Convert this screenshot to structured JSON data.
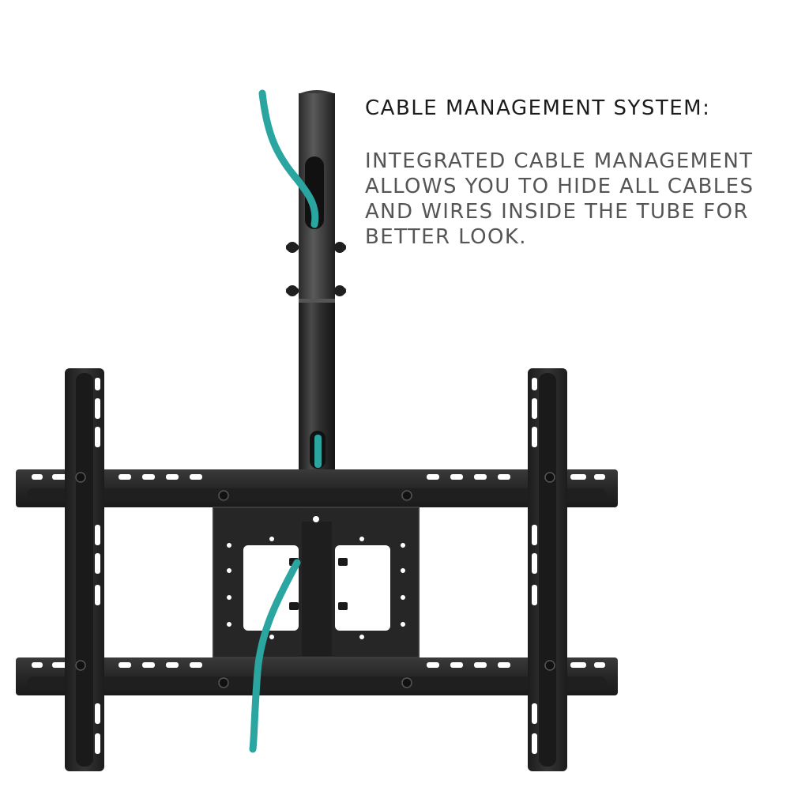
{
  "headline": "CABLE MANAGEMENT SYSTEM:",
  "body_lines": [
    "INTEGRATED CABLE MANAGEMENT",
    "ALLOWS YOU TO HIDE ALL CABLES",
    "AND WIRES INSIDE THE TUBE FOR",
    "BETTER LOOK."
  ],
  "colors": {
    "background": "#ffffff",
    "metal": "#2b2b2b",
    "cable": "#2aa5a0",
    "headline": "#1c1c1c",
    "body": "#555555"
  }
}
